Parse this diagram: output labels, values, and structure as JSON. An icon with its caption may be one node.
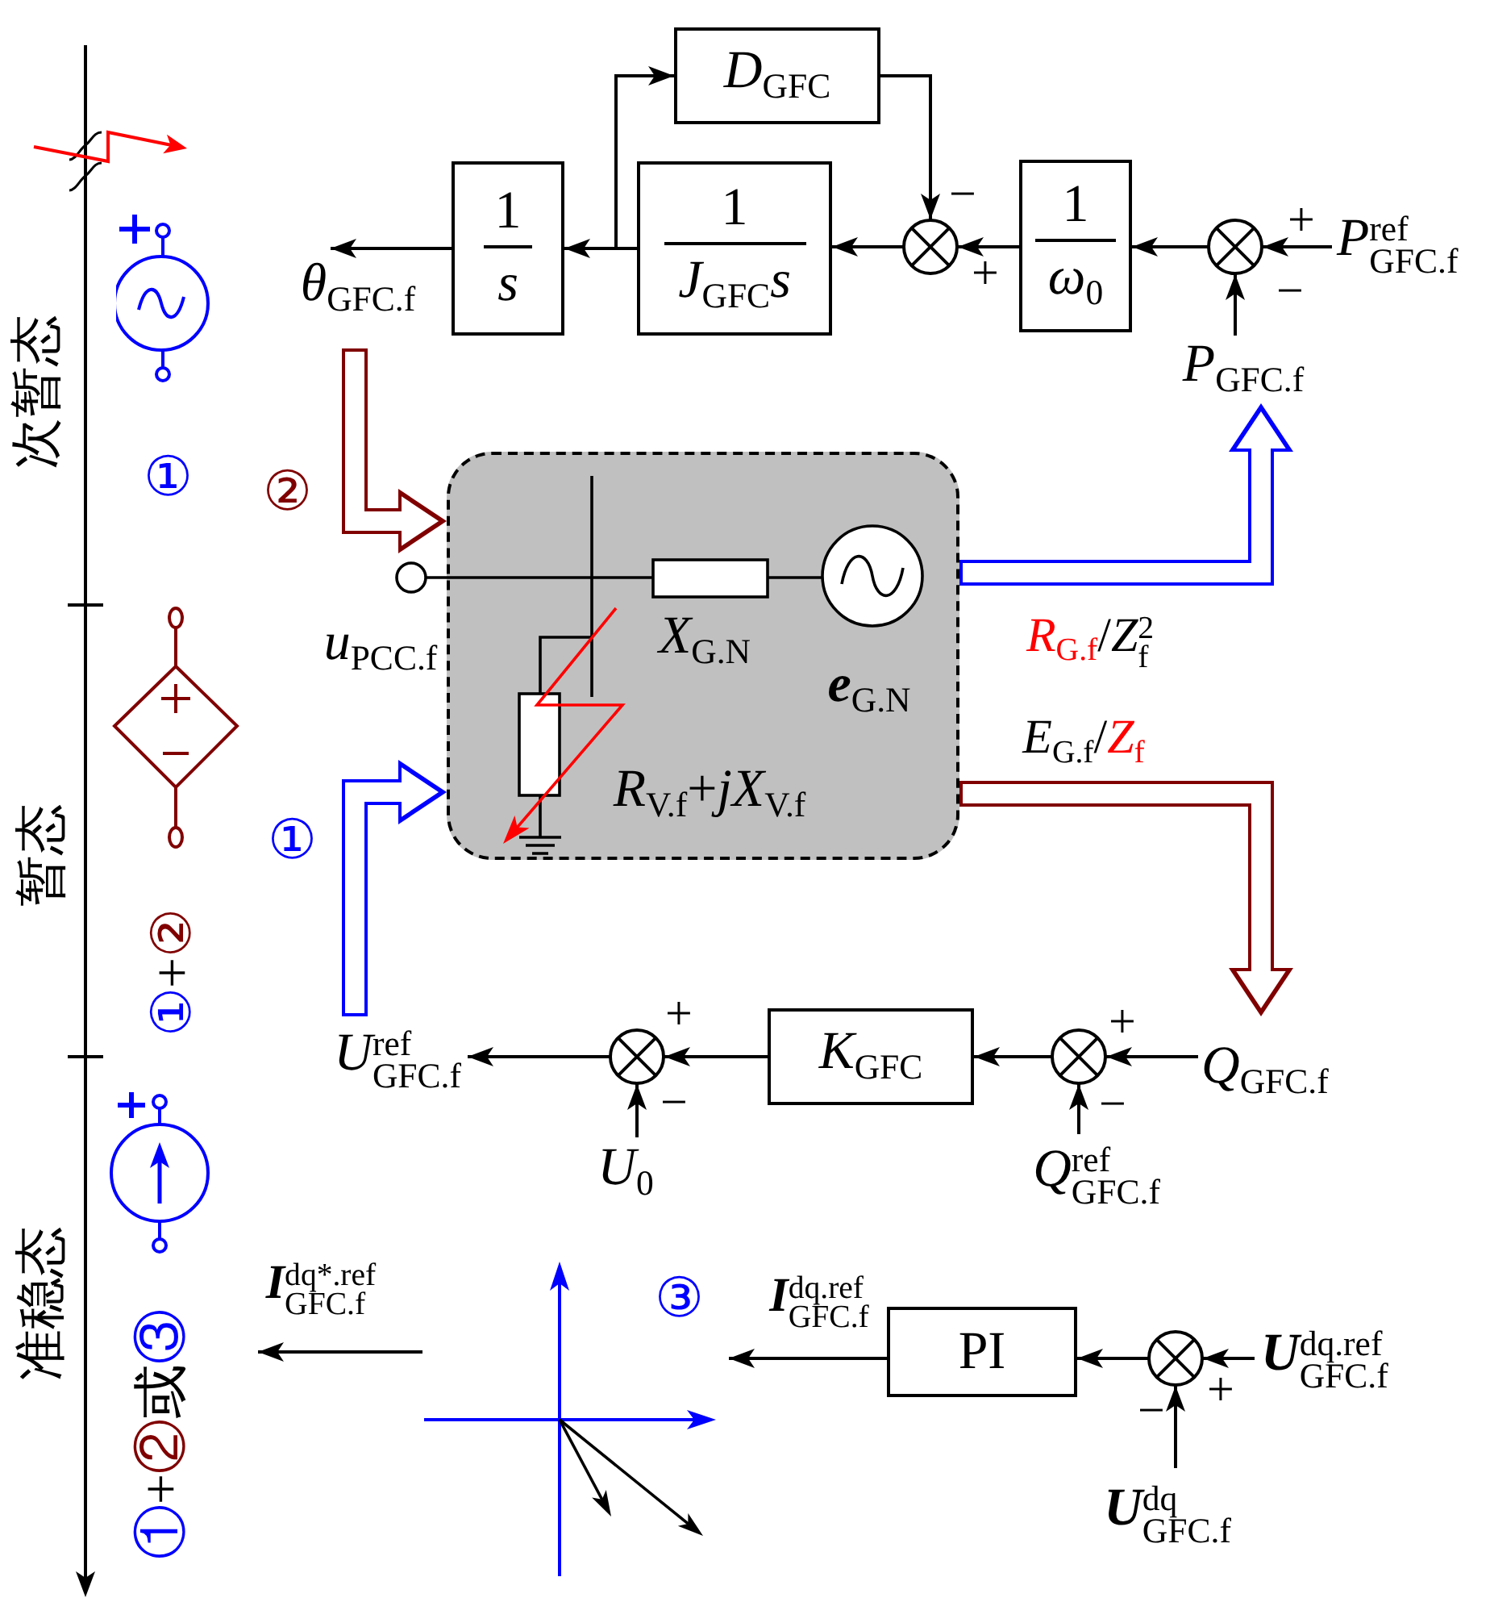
{
  "diagram": {
    "nodes": [
      {
        "text": [
          "*D*$_{GFC}$"
        ]
      },
      {
        "text": [
          "1",
          "*s*"
        ]
      },
      {
        "text": [
          "1",
          "*J*$_{GFC}$*s*"
        ]
      },
      {
        "text": [],
        "shape": "circle"
      },
      {
        "text": [
          "1",
          "*ω*$_{0}$"
        ]
      },
      {
        "text": [],
        "shape": "circle"
      },
      {
        "text": [
          "*P*$^{ref}$$_{GFC.f}$"
        ]
      },
      {
        "text": [
          "*θ*$_{GFC.f}$"
        ]
      },
      {
        "text": [
          "*P*$_{GFC.f}$"
        ]
      },
      {
        "text": [
          "*X*$_{G.N}$",
          "**e**$_{G.N}$",
          "*R*$_{V.f}$+*jX*$_{V.f}$"
        ],
        "beside": [
          "*u*$_{PCC.f}$"
        ]
      },
      {
        "text": [
          "*U*$^{ref}$$_{GFC.f}$"
        ]
      },
      {
        "text": [],
        "shape": "circle"
      },
      {
        "text": [
          "*K*$_{GFC}$"
        ]
      },
      {
        "text": [],
        "shape": "circle"
      },
      {
        "text": [
          "*Q*$_{GFC.f}$"
        ]
      },
      {
        "text": [
          "*U*$_{0}$"
        ]
      },
      {
        "text": [
          "*Q*$^{ref}$$_{GFC.f}$"
        ]
      },
      {
        "text": [],
        "shape": "picture"
      },
      {
        "text": [
          "PI"
        ]
      },
      {
        "text": [],
        "shape": "circle"
      },
      {
        "text": [
          "**U**$^{dq.ref}$$_{GFC.f}$"
        ]
      },
      {
        "text": [
          "**U**$^{dq}$$_{GFC.f}$"
        ]
      }
    ],
    "edges": [
      {
        "from": 6,
        "to": 5,
        "arrow": "to",
        "label": "+"
      },
      {
        "from": 8,
        "to": 5,
        "arrow": "to",
        "label": "−"
      },
      {
        "from": 5,
        "to": 4,
        "arrow": "to"
      },
      {
        "from": 4,
        "to": 3,
        "arrow": "to",
        "label": "+"
      },
      {
        "from": 0,
        "to": 3,
        "arrow": "to",
        "label": "−"
      },
      {
        "from": 3,
        "to": 2,
        "arrow": "to"
      },
      {
        "from": 2,
        "to": 1,
        "arrow": "to"
      },
      {
        "from": 2,
        "to": 0,
        "arrow": "to"
      },
      {
        "from": 1,
        "to": 7,
        "arrow": "to"
      },
      {
        "from": 7,
        "to": 9,
        "arrow": "to",
        "label": "②",
        "style": "thick",
        "color": "#800000"
      },
      {
        "from": 9,
        "to": 8,
        "arrow": "to",
        "label": "*R*$_{G.f}$/*Z*$^{2}$$_{f}$",
        "style": "thick",
        "color": "#0000ff"
      },
      {
        "from": 9,
        "to": 14,
        "arrow": "to",
        "label": "*E*$_{G.f}$/*Z*$_{f}$",
        "style": "thick",
        "color": "#800000"
      },
      {
        "from": 10,
        "to": 9,
        "arrow": "to",
        "label": "①",
        "style": "thick",
        "color": "#0000ff"
      },
      {
        "from": 14,
        "to": 13,
        "arrow": "to",
        "label": "+"
      },
      {
        "from": 16,
        "to": 13,
        "arrow": "to",
        "label": "−"
      },
      {
        "from": 13,
        "to": 12,
        "arrow": "to"
      },
      {
        "from": 12,
        "to": 11,
        "arrow": "to",
        "label": "+"
      },
      {
        "from": 15,
        "to": 11,
        "arrow": "to",
        "label": "−"
      },
      {
        "from": 11,
        "to": 10,
        "arrow": "to"
      },
      {
        "from": 20,
        "to": 19,
        "arrow": "to",
        "label": "+"
      },
      {
        "from": 21,
        "to": 19,
        "arrow": "to",
        "label": "−"
      },
      {
        "from": 19,
        "to": 18,
        "arrow": "to"
      },
      {
        "from": 18,
        "to": 17,
        "arrow": "to",
        "label": "**I**$^{dq.ref}$$_{GFC.f}$"
      },
      {
        "from": 17,
        "to": null,
        "arrow": "to",
        "label": "**I**$^{dq*.ref}$$_{GFC.f}$"
      }
    ],
    "labels": [
      "次暂态",
      "①",
      "暂态",
      "①+②",
      "准稳态",
      "①+②或③",
      "③"
    ]
  }
}
